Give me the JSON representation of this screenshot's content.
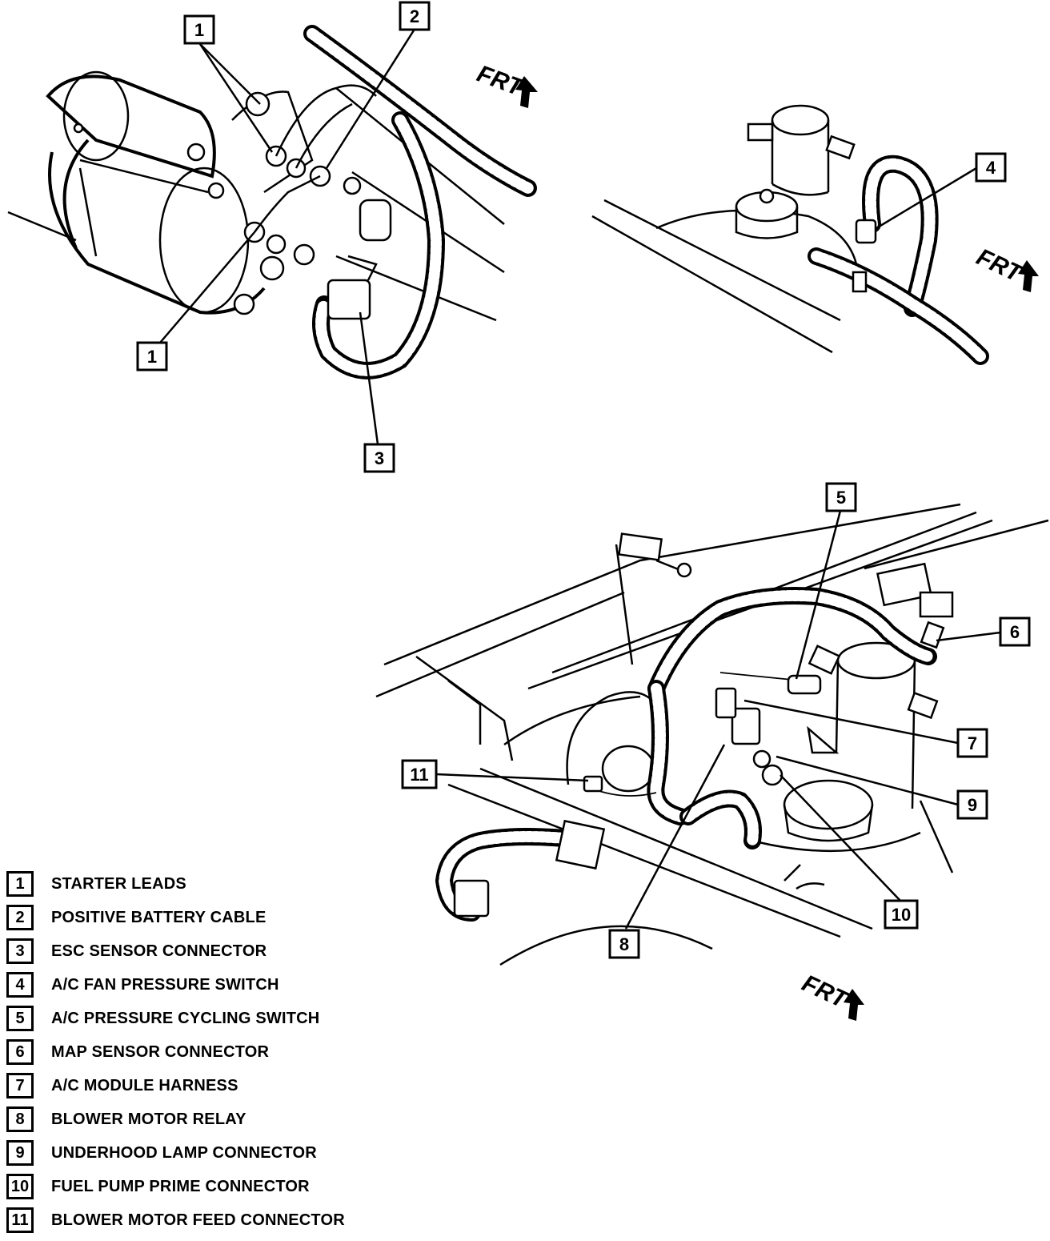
{
  "callouts": [
    "1",
    "2",
    "3",
    "4",
    "5",
    "6",
    "7",
    "8",
    "9",
    "10",
    "11"
  ],
  "front_marker": "FRT",
  "legend": [
    {
      "num": "1",
      "label": "STARTER LEADS"
    },
    {
      "num": "2",
      "label": "POSITIVE BATTERY CABLE"
    },
    {
      "num": "3",
      "label": "ESC SENSOR CONNECTOR"
    },
    {
      "num": "4",
      "label": "A/C FAN PRESSURE SWITCH"
    },
    {
      "num": "5",
      "label": "A/C PRESSURE CYCLING SWITCH"
    },
    {
      "num": "6",
      "label": "MAP SENSOR CONNECTOR"
    },
    {
      "num": "7",
      "label": "A/C MODULE HARNESS"
    },
    {
      "num": "8",
      "label": "BLOWER MOTOR RELAY"
    },
    {
      "num": "9",
      "label": "UNDERHOOD LAMP CONNECTOR"
    },
    {
      "num": "10",
      "label": "FUEL PUMP PRIME CONNECTOR"
    },
    {
      "num": "11",
      "label": "BLOWER MOTOR FEED CONNECTOR"
    }
  ]
}
